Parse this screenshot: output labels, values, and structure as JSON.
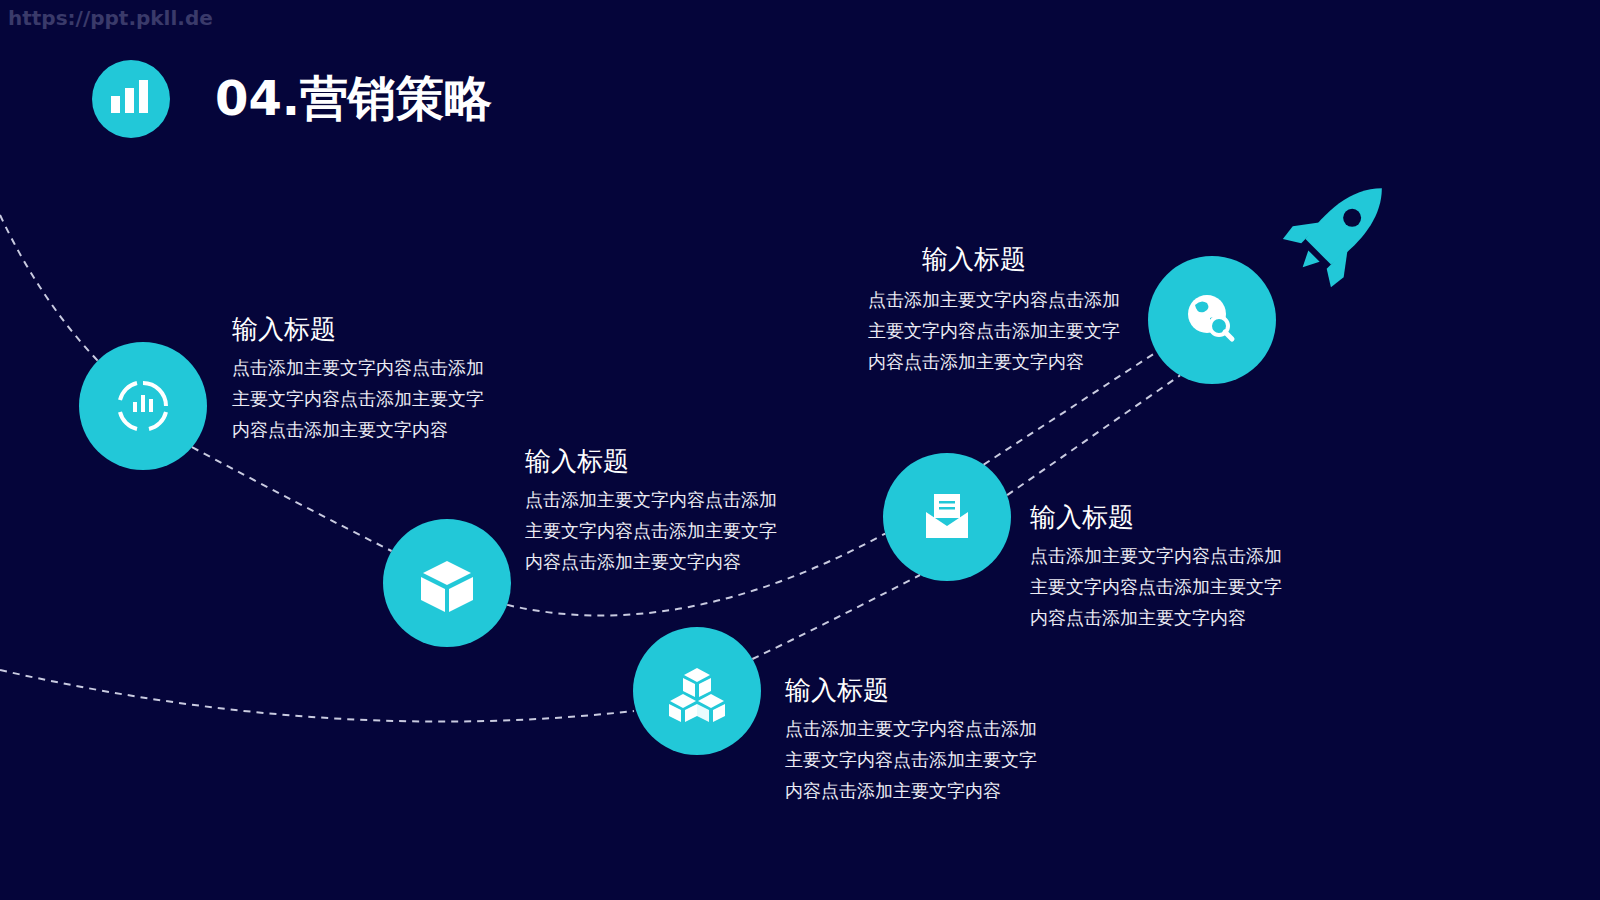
{
  "diagram": {
    "title": "04.营销策略",
    "nodes": [
      {
        "text": [
          "输入标题",
          "点击添加主要文字内容点击添加主要文字内容点击添加主要文字内容点击添加主要文字内容"
        ]
      },
      {
        "text": [
          "输入标题",
          "点击添加主要文字内容点击添加主要文字内容点击添加主要文字内容点击添加主要文字内容"
        ]
      },
      {
        "text": [
          "输入标题",
          "点击添加主要文字内容点击添加主要文字内容点击添加主要文字内容点击添加主要文字内容"
        ]
      },
      {
        "text": [
          "输入标题",
          "点击添加主要文字内容点击添加主要文字内容点击添加主要文字内容点击添加主要文字内容"
        ]
      },
      {
        "text": [
          "输入标题",
          "点击添加主要文字内容点击添加主要文字内容点击添加主要文字内容点击添加主要文字内容"
        ]
      }
    ],
    "edges": [
      {
        "from": 0,
        "to": 1,
        "arrow": "none"
      },
      {
        "from": 1,
        "to": 3,
        "arrow": "none"
      },
      {
        "from": 2,
        "to": 3,
        "arrow": "none"
      },
      {
        "from": 3,
        "to": 4,
        "arrow": "none"
      },
      {
        "from": 3,
        "to": 4,
        "arrow": "none"
      }
    ],
    "labels": [
      "https://ppt.pkll.de"
    ]
  }
}
